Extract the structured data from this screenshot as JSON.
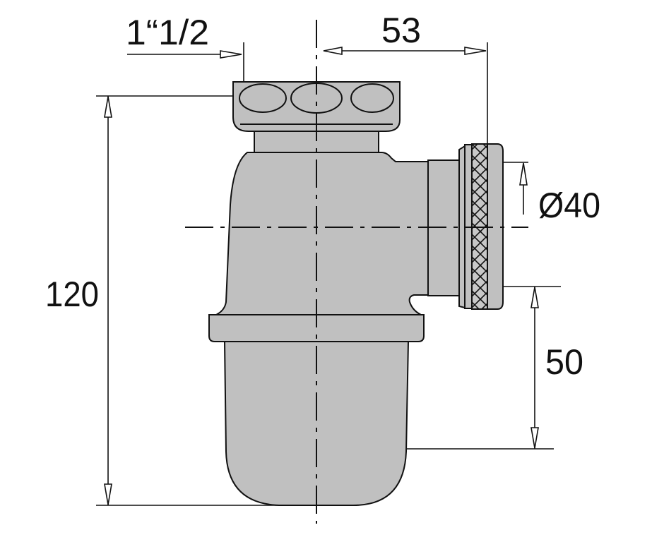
{
  "diagram": {
    "subject": "Bottle trap (sink siphon) technical dimension drawing",
    "body_color": "#c0c0c0",
    "line_color": "#111111",
    "dimensions": {
      "inlet_thread": "1“1/2",
      "offset_to_outlet": "53",
      "outlet_diameter": "Ø40",
      "total_height": "120",
      "outlet_height_from_bottom": "50"
    }
  }
}
